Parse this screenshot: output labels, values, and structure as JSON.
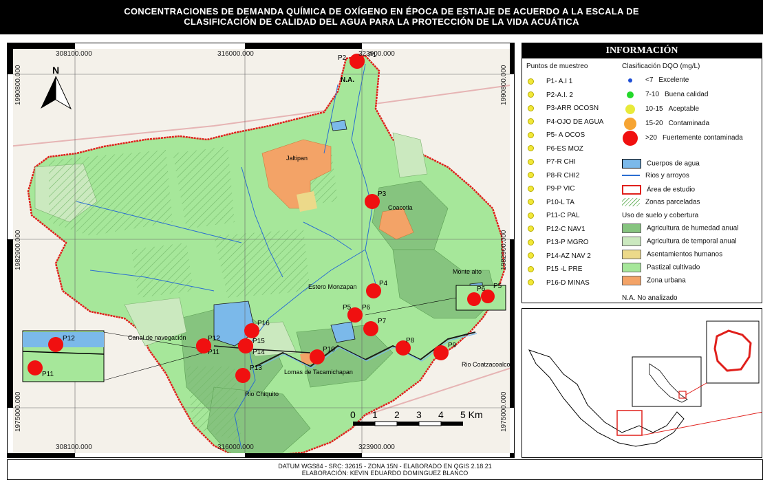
{
  "title": {
    "line1": "CONCENTRACIONES DE DEMANDA QUÍMICA DE OXÍGENO EN ÉPOCA DE ESTIAJE DE ACUERDO A LA ESCALA DE",
    "line2": "CLASIFICACIÓN DE CALIDAD DEL AGUA PARA LA PROTECCIÓN DE LA VIDA ACUÁTICA"
  },
  "grid": {
    "x_top": [
      "308100.000",
      "316000.000",
      "323900.000"
    ],
    "x_bottom": [
      "308100.000",
      "316000.000",
      "323900.000"
    ],
    "y_left": [
      "1990800.000",
      "1982900.000",
      "1975000.000"
    ],
    "y_right": [
      "1990800.000",
      "1982900.000",
      "1975000.000"
    ]
  },
  "north_label": "N",
  "scale_bar": {
    "labels": [
      "0",
      "1",
      "2",
      "3",
      "4",
      "5 Km"
    ]
  },
  "map_labels": {
    "na": "N.A.",
    "jaltipan": "Jaltipan",
    "coacotla": "Coacotla",
    "estero": "Estero Monzapan",
    "monte_alto": "Monte alto",
    "canal": "Canal de navegación",
    "lomas": "Lomas de Tacamichapan",
    "rio_chiquito": "Rio Chiquito",
    "rio_coatza": "Rio Coatzacoalcos"
  },
  "sample_points": [
    {
      "id": "P1"
    },
    {
      "id": "P2"
    },
    {
      "id": "P3"
    },
    {
      "id": "P4"
    },
    {
      "id": "P5"
    },
    {
      "id": "P6"
    },
    {
      "id": "P7"
    },
    {
      "id": "P8"
    },
    {
      "id": "P9"
    },
    {
      "id": "P10"
    },
    {
      "id": "P11"
    },
    {
      "id": "P12"
    },
    {
      "id": "P13"
    },
    {
      "id": "P14"
    },
    {
      "id": "P15"
    },
    {
      "id": "P16"
    }
  ],
  "inset_points": [
    "P11",
    "P12"
  ],
  "inset_right_points": [
    "P5",
    "P6"
  ],
  "legend": {
    "title": "INFORMACIÓN",
    "points_header": "Puntos de muestreo",
    "class_header": "Clasificación DQO (mg/L)",
    "points": [
      "P1- A.I 1",
      "P2-A.I. 2",
      "P3-ARR OCOSN",
      "P4-OJO DE AGUA",
      "P5- A OCOS",
      "P6-ES MOZ",
      "P7-R CHI",
      "P8-R CHI2",
      "P9-P VIC",
      "P10-L TA",
      "P11-C PAL",
      "P12-C NAV1",
      "P13-P MGRO",
      "P14-AZ NAV 2",
      "P15 -L PRE",
      "P16-D MINAS"
    ],
    "classes": [
      {
        "range": "<7",
        "label": "Excelente",
        "color": "#1f4fd6"
      },
      {
        "range": "7-10",
        "label": "Buena calidad",
        "color": "#23d82a"
      },
      {
        "range": "10-15",
        "label": "Aceptable",
        "color": "#e8ea3a"
      },
      {
        "range": "15-20",
        "label": "Contaminada",
        "color": "#f6a433"
      },
      {
        "range": ">20",
        "label": "Fuertemente contaminada",
        "color": "#f01010"
      }
    ],
    "cuerpos": "Cuerpos de agua",
    "rios": "Rios y arroyos",
    "area": "Área de estudio",
    "zonas": "Zonas parceladas",
    "uso_header": "Uso de suelo y cobertura",
    "landuse": [
      {
        "label": "Agricultura de humedad anual",
        "color": "#86c47f"
      },
      {
        "label": "Agricultura de temporal anual",
        "color": "#cbe9bf"
      },
      {
        "label": "Asentamientos humanos",
        "color": "#ecd98a"
      },
      {
        "label": "Pastizal cultivado",
        "color": "#a6e79a"
      },
      {
        "label": "Zona urbana",
        "color": "#f3a367"
      }
    ],
    "na": "N.A.  No analizado"
  },
  "footer": {
    "line1": "DATUM WGS84 - SRC: 32615 - ZONA 15N - ELABORADO EN QGIS 2.18.21",
    "line2": "ELABORACIÓN: KEVIN EDUARDO DOMINGUEZ BLANCO"
  }
}
